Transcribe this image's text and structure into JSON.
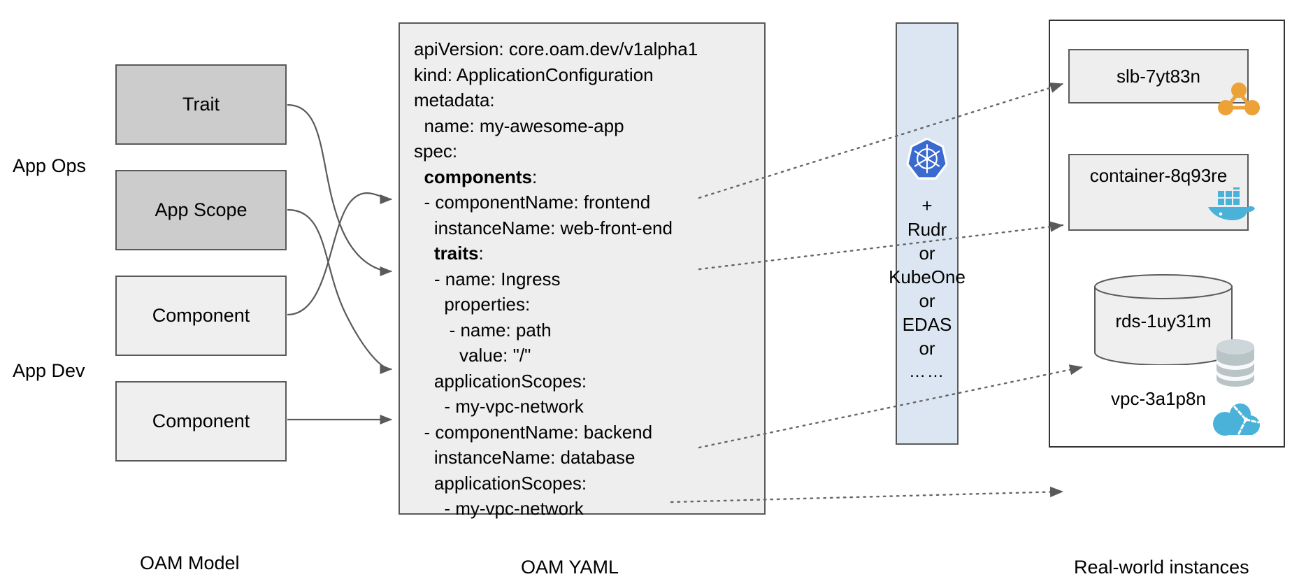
{
  "diagram": {
    "title_captions": [
      {
        "text": "OAM Model",
        "name": "caption-oam-model"
      },
      {
        "text": "OAM YAML",
        "name": "caption-oam-yaml"
      },
      {
        "text": "Real-world instances",
        "name": "caption-real-world-instances"
      }
    ]
  },
  "oam_model": {
    "roles": [
      {
        "label": "App Ops"
      },
      {
        "label": "App Dev"
      }
    ],
    "boxes": [
      {
        "label": "Trait",
        "kind": "ops"
      },
      {
        "label": "App Scope",
        "kind": "ops"
      },
      {
        "label": "Component",
        "kind": "dev"
      },
      {
        "label": "Component",
        "kind": "dev"
      }
    ]
  },
  "yaml": {
    "lines": [
      {
        "text": "apiVersion: core.oam.dev/v1alpha1",
        "bold": false
      },
      {
        "text": "kind: ApplicationConfiguration",
        "bold": false
      },
      {
        "text": "metadata:",
        "bold": false
      },
      {
        "text": "  name: my-awesome-app",
        "bold": false
      },
      {
        "text": "spec:",
        "bold": false
      },
      {
        "text": "  components",
        "bold": true,
        "suffix": ":"
      },
      {
        "text": "  - componentName: frontend",
        "bold": false
      },
      {
        "text": "    instanceName: web-front-end",
        "bold": false
      },
      {
        "text": "    traits",
        "bold": true,
        "suffix": ":"
      },
      {
        "text": "    - name: Ingress",
        "bold": false
      },
      {
        "text": "      properties:",
        "bold": false
      },
      {
        "text": "       - name: path",
        "bold": false
      },
      {
        "text": "         value: \"/\"",
        "bold": false
      },
      {
        "text": "    applicationScopes:",
        "bold": false
      },
      {
        "text": "      - my-vpc-network",
        "bold": false
      },
      {
        "text": "  - componentName: backend",
        "bold": false
      },
      {
        "text": "    instanceName: database",
        "bold": false
      },
      {
        "text": "    applicationScopes:",
        "bold": false
      },
      {
        "text": "      - my-vpc-network",
        "bold": false
      }
    ]
  },
  "platform_column": {
    "logo_name": "kubernetes-logo-icon",
    "stack": [
      "+",
      "Rudr",
      "or",
      "KubeOne",
      "or",
      "EDAS",
      "or",
      "……"
    ],
    "background_color": "#dce6f2"
  },
  "instances": [
    {
      "id": "slb",
      "label": "slb-7yt83n",
      "icon": "slb-nodes-icon",
      "icon_color": "#eda238",
      "shape": "box"
    },
    {
      "id": "container",
      "label": "container-8q93re",
      "icon": "docker-whale-icon",
      "icon_color": "#4ab2d9",
      "shape": "box"
    },
    {
      "id": "rds",
      "label": "rds-1uy31m",
      "icon": "database-stack-icon",
      "icon_color": "#b9c4c6",
      "shape": "cylinder"
    },
    {
      "id": "vpc",
      "label": "vpc-3a1p8n",
      "icon": "vpc-cloud-icon",
      "icon_color": "#4ab2d9",
      "shape": "plain"
    }
  ],
  "colors": {
    "ops_box_fill": "#cccccc",
    "dev_box_fill": "#efefef",
    "yaml_fill": "#eeeeee",
    "k8s_fill": "#dce6f2",
    "k8s_blue": "#3a69cf",
    "border": "#5a5a5a"
  }
}
